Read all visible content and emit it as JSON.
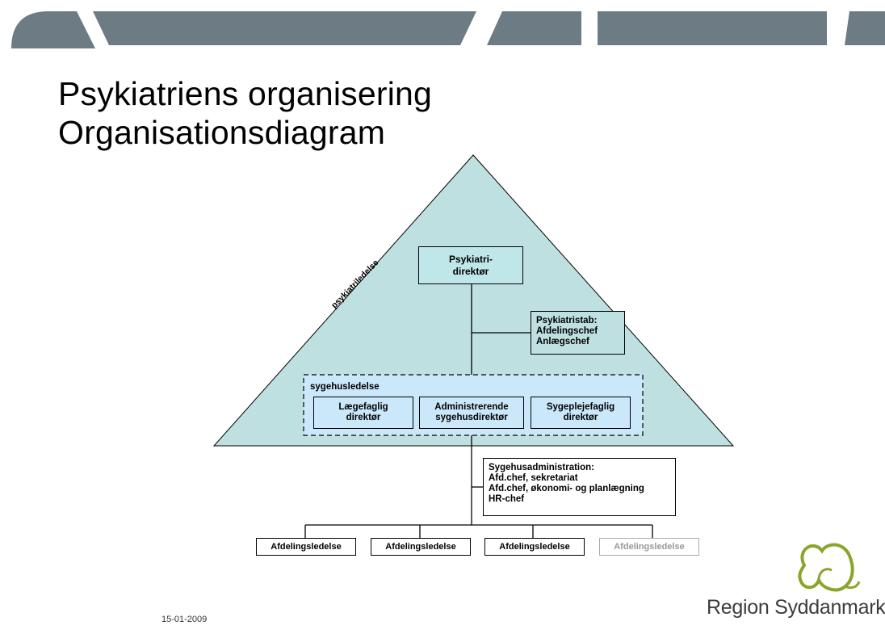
{
  "title": {
    "line1": "Psykiatriens organisering",
    "line2": "Organisationsdiagram"
  },
  "diagram": {
    "pyramid_label": "psykiatriledelse",
    "director": [
      "Psykiatri-",
      "direktør"
    ],
    "staff": [
      "Psykiatristab:",
      "Afdelingschef",
      "Anlægschef"
    ],
    "hospital_management_label": "sygehusledelse",
    "management": [
      [
        "Lægefaglig",
        "direktør"
      ],
      [
        "Administrerende",
        "sygehusdirektør"
      ],
      [
        "Sygeplejefaglig",
        "direktør"
      ]
    ],
    "administration": [
      "Sygehusadministration:",
      "Afd.chef, sekretariat",
      "Afd.chef, økonomi- og planlægning",
      "HR-chef"
    ],
    "departments": [
      "Afdelingsledelse",
      "Afdelingsledelse",
      "Afdelingsledelse",
      "Afdelingsledelse"
    ]
  },
  "footer": {
    "date": "15-01-2009",
    "logo_text": "Region Syddanmark"
  },
  "colors": {
    "pyramid_fill": "#bfe0e0",
    "management_fill": "#cbe8fb",
    "top_band": "#6d7b85",
    "logo_green": "#8ba52a"
  }
}
